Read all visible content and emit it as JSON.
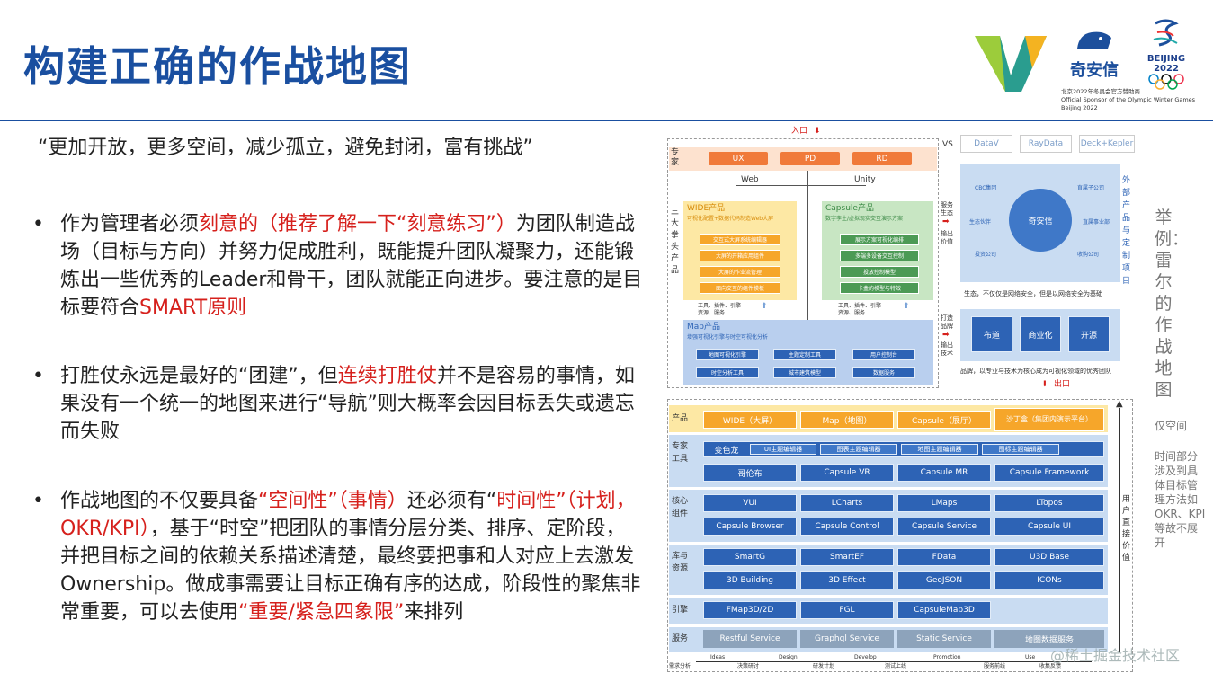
{
  "title": "构建正确的作战地图",
  "logos": {
    "qax_name": "奇安信",
    "bj_text": "BEIJING 2022",
    "sponsor_cn": "北京2022年冬奥会官方赞助商",
    "sponsor_en": "Official Sponsor of the Olympic Winter Games Beijing 2022"
  },
  "quote": "“更加开放，更多空间，减少孤立，避免封闭，富有挑战”",
  "bullets": [
    {
      "p1": "作为管理者必须",
      "r1": "刻意的（推荐了解一下“刻意练习”）",
      "p2": "为团队制造战场（目标与方向）并努力促成胜利，既能提升团队凝聚力，还能锻炼出一些优秀的Leader和骨干，团队就能正向进步。要注意的是目标要符合",
      "r2": "SMART原则",
      "p3": ""
    },
    {
      "p1": "打胜仗永远是最好的“团建”，但",
      "r1": "连续打胜仗",
      "p2": "并不是容易的事情，如果没有一个统一的地图来进行“导航”则大概率会因目标丢失或遗忘而失败",
      "r2": "",
      "p3": ""
    },
    {
      "p1": "作战地图的不仅要具备",
      "r1": "“空间性”（事情）",
      "p2": "还必须有“",
      "r2": "时间性”（计划，OKR/KPI）",
      "p3": "，基于“时空”把团队的事情分层分类、排序、定阶段，并把目标之间的依赖关系描述清楚，最终要把事和人对应上去激发Ownership。做成事需要让目标正确有序的达成，阶段性的聚焦非常重要，可以去使用",
      "r3": "“重要/紧急四象限”",
      "p4": "来排列"
    }
  ],
  "diagram": {
    "entry": "入口",
    "exit": "出口",
    "vs": "VS",
    "ext": [
      "DataV",
      "RayData",
      "Deck+Kepler"
    ],
    "expert": "专家",
    "expert_items": [
      "UX",
      "PD",
      "RD"
    ],
    "web": "Web",
    "unity": "Unity",
    "three": "三大拳头产品",
    "wide_title": "WIDE产品",
    "wide_sub": "可视化配置+数据代码制造Web大屏",
    "wide_items": [
      "交互式大屏系统编辑器",
      "大屏的开箱应用组件",
      "大屏的作业流管理",
      "面向交互的组件模板"
    ],
    "capsule_title": "Capsule产品",
    "capsule_sub": "数字孪生/虚拟现实交互演示方案",
    "capsule_items": [
      "展示方案可视化编排",
      "多端多设备交互控制",
      "投放控制模型",
      "卡盒的模型与特效"
    ],
    "tools_label": "工具、插件、引擎\n资源、服务",
    "map_title": "Map产品",
    "map_sub": "增强可视化引擎与时空可视化分析",
    "map_items": [
      "地图可视化引擎",
      "主题定制工具",
      "用户控制台",
      "时空分析工具",
      "城市建筑模型",
      "数据服务"
    ],
    "eco_left": "服务生态",
    "eco_left2": "输出价值",
    "qax_circle": "奇安信",
    "satellites": [
      "CBC集团",
      "生态伙伴",
      "投资公司",
      "直属子公司",
      "直属事业部",
      "收购公司"
    ],
    "ext_proj": "外部产品与定制项目",
    "eco_text": "生态，不仅仅是网络安全，但是以网络安全为基础",
    "brand_left": "打造品牌",
    "brand_left2": "输出技术",
    "brand_items": [
      "布道",
      "商业化",
      "开源"
    ],
    "brand_text": "品牌，以专业与技术为核心成为可视化领域的优秀团队",
    "rows": [
      {
        "label": "产品",
        "items": [
          "WIDE（大屏）",
          "Map（地图）",
          "Capsule（展厅）",
          "沙丁盒（集团内演示平台）"
        ]
      },
      {
        "label": "专家工具",
        "items": [
          "变色龙",
          "UI主题编辑器",
          "图表主题编辑器",
          "地图主题编辑器",
          "图标主题编辑器",
          "哥伦布",
          "Capsule VR",
          "Capsule MR",
          "Capsule Framework"
        ]
      },
      {
        "label": "核心组件",
        "items": [
          "VUI",
          "LCharts",
          "LMaps",
          "LTopos",
          "Capsule Browser",
          "Capsule Control",
          "Capsule Service",
          "Capsule UI"
        ]
      },
      {
        "label": "库与资源",
        "items": [
          "SmartG",
          "SmartEF",
          "FData",
          "U3D Base",
          "3D Building",
          "3D Effect",
          "GeoJSON",
          "ICONs"
        ]
      },
      {
        "label": "引擎",
        "items": [
          "FMap3D/2D",
          "FGL",
          "CapsuleMap3D"
        ]
      },
      {
        "label": "服务",
        "items": [
          "Restful Service",
          "Graphql Service",
          "Static Service",
          "地图数据服务"
        ]
      }
    ],
    "user_value": "用户直接价值",
    "flow": [
      "需求分析",
      "Ideas",
      "决策研讨",
      "Design",
      "研发计划",
      "Develop",
      "测试上线",
      "Promotion",
      "服务前线",
      "Use",
      "收集反馈"
    ]
  },
  "side": {
    "example": "举例：雷尔的作战地图",
    "note1": "仅空间",
    "note2": "时间部分涉及到具体目标管理方法如OKR、KPI等故不展开"
  },
  "watermark": "@稀土掘金技术社区"
}
